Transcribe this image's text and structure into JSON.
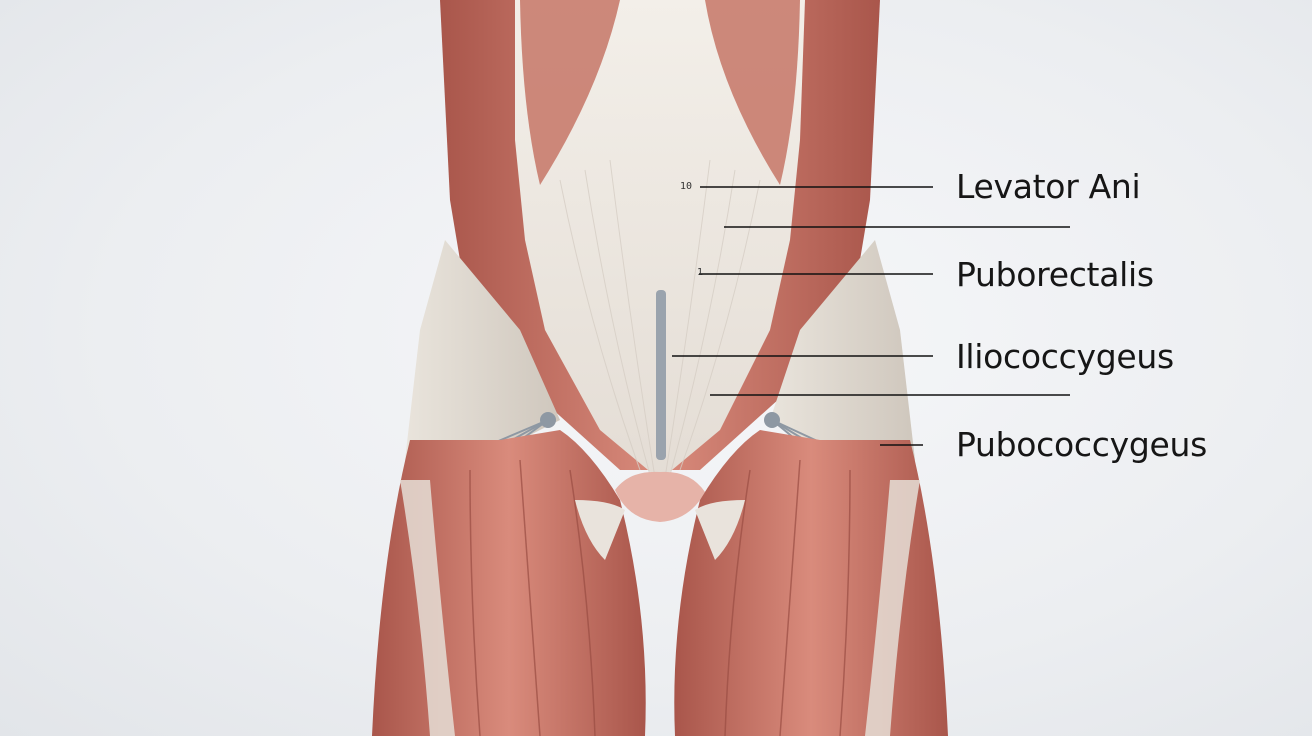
{
  "diagram": {
    "subject": "pelvic floor muscles",
    "labels": [
      {
        "id": "levator-ani",
        "text": "Levator Ani"
      },
      {
        "id": "puborectalis",
        "text": "Puborectalis"
      },
      {
        "id": "iliococcygeus",
        "text": "Iliococcygeus"
      },
      {
        "id": "pubococcygeus",
        "text": "Pubococcygeus"
      }
    ],
    "stray_marks": [
      "10",
      "1"
    ],
    "colors": {
      "muscle": "#c9776a",
      "muscle_dark": "#a9564b",
      "fascia": "#ece7e1",
      "tendon": "#9aa3ad",
      "leader_line": "#111111"
    }
  }
}
